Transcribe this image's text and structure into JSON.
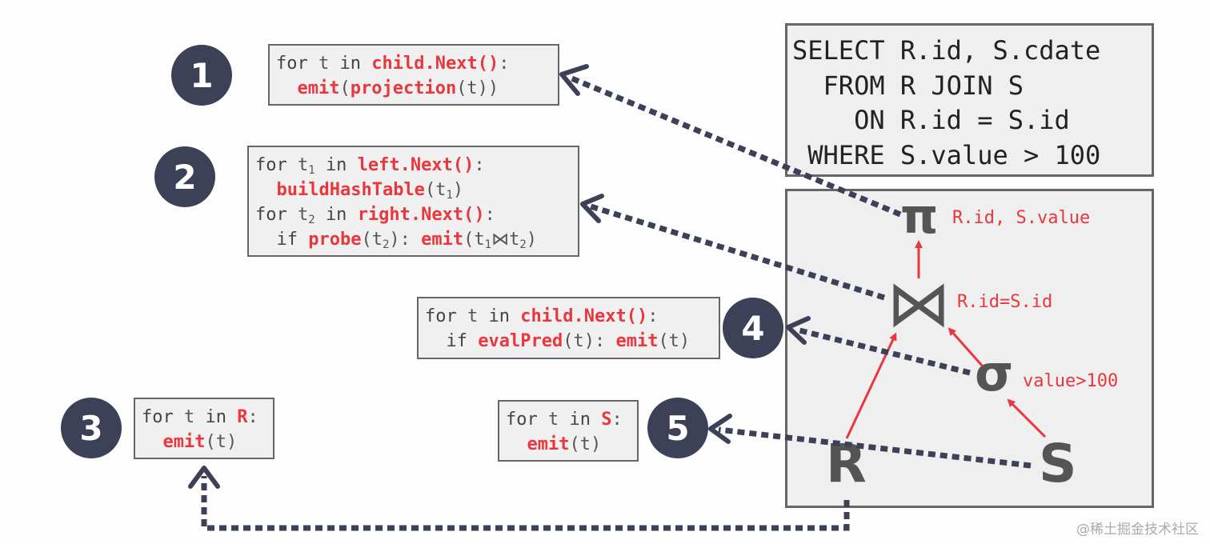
{
  "sql": {
    "line1": "SELECT R.id, S.cdate",
    "line2": "  FROM R JOIN S",
    "line3": "    ON R.id = S.id",
    "line4": " WHERE S.value > 100"
  },
  "plan": {
    "projection_symbol": "π",
    "projection_label": "R.id, S.value",
    "join_symbol": "⋈",
    "join_label": "R.id=S.id",
    "selection_symbol": "σ",
    "selection_label": "value>100",
    "relation_r": "R",
    "relation_s": "S"
  },
  "badges": [
    "1",
    "2",
    "3",
    "4",
    "5"
  ],
  "code": {
    "op1": {
      "for": "for",
      "var": "t",
      "in": "in",
      "source": "child.Next()",
      "colon": ":",
      "emit": "emit",
      "open": "(",
      "func": "projection",
      "arg": "(t))"
    },
    "op2": {
      "for": "for",
      "var1": "t",
      "sub1": "1",
      "in": "in",
      "source1": "left.Next()",
      "colon": ":",
      "build": "buildHashTable",
      "build_arg_open": "(t",
      "build_arg_close": ")",
      "var2": "t",
      "sub2": "2",
      "source2": "right.Next()",
      "if": "if",
      "probe": "probe",
      "probe_arg_open": "(t",
      "probe_arg_close": "):",
      "emit": "emit",
      "emit_arg_open": "(t",
      "join": "⋈",
      "emit_arg_t": "t",
      "emit_arg_close": ")"
    },
    "op3": {
      "for": "for",
      "var": "t",
      "in": "in",
      "source": "R",
      "colon": ":",
      "emit": "emit",
      "arg": "(t)"
    },
    "op4": {
      "for": "for",
      "var": "t",
      "in": "in",
      "source": "child.Next()",
      "colon": ":",
      "if": "if",
      "pred": "evalPred",
      "pred_arg": "(t):",
      "emit": "emit",
      "arg": "(t)"
    },
    "op5": {
      "for": "for",
      "var": "t",
      "in": "in",
      "source": "S",
      "colon": ":",
      "emit": "emit",
      "arg": "(t)"
    }
  },
  "watermark": "@稀土掘金技术社区",
  "colors": {
    "badge": "#3d4157",
    "accent": "#e8373d",
    "arrow": "#3d4157",
    "operator": "#555555"
  }
}
